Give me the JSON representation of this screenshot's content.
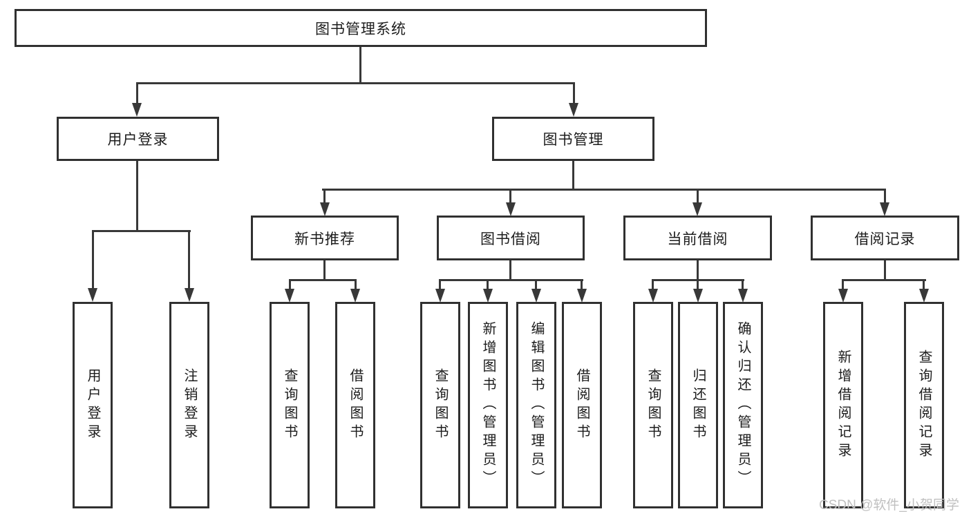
{
  "nodes": {
    "root": "图书管理系统",
    "user_login": "用户登录",
    "book_management": "图书管理",
    "new_book_recommend": "新书推荐",
    "book_borrow": "图书借阅",
    "current_borrow": "当前借阅",
    "borrow_records": "借阅记录"
  },
  "leaves": {
    "user": [
      "用户登录",
      "注销登录"
    ],
    "recommend": [
      "查询图书",
      "借阅图书"
    ],
    "borrow": [
      "查询图书",
      "新增图书（管理员）",
      "编辑图书（管理员）",
      "借阅图书"
    ],
    "current": [
      "查询图书",
      "归还图书",
      "确认归还（管理员）"
    ],
    "records": [
      "新增借阅记录",
      "查询借阅记录"
    ]
  },
  "watermark": "CSDN @软件_小贺同学",
  "colors": {
    "line": "#383838",
    "box_border": "#303030",
    "text": "#1c1c1c",
    "watermark": "#c0c0c0",
    "background": "#ffffff"
  }
}
